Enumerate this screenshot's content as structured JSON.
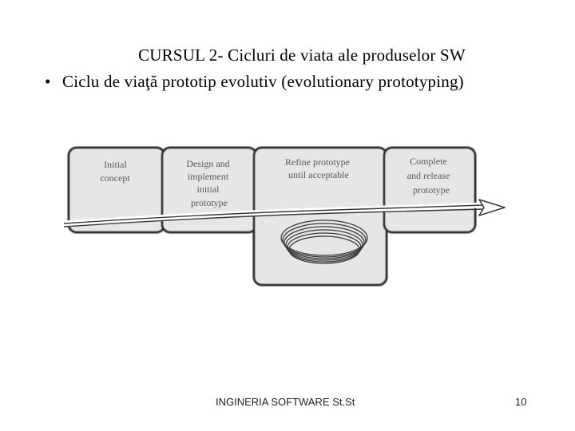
{
  "slide": {
    "title": "CURSUL 2- Cicluri de viata ale produselor SW",
    "bullet_symbol": "•",
    "bullet_text": "Ciclu de viaţă prototip evolutiv (evolutionary prototyping)"
  },
  "diagram": {
    "stages": [
      {
        "lines": [
          "Initial",
          "concept"
        ]
      },
      {
        "lines": [
          "Design and",
          "implement",
          "initial",
          "prototype"
        ]
      },
      {
        "lines": [
          "Refine prototype",
          "until acceptable"
        ]
      },
      {
        "lines": [
          "Complete",
          "and release",
          "prototype"
        ]
      }
    ],
    "colors": {
      "box_fill": "#e6e6e6",
      "box_stroke": "#2a2a2a",
      "arrow": "#3a3a3a"
    }
  },
  "footer": {
    "center_text": "INGINERIA SOFTWARE St.St",
    "page_number": "10"
  }
}
